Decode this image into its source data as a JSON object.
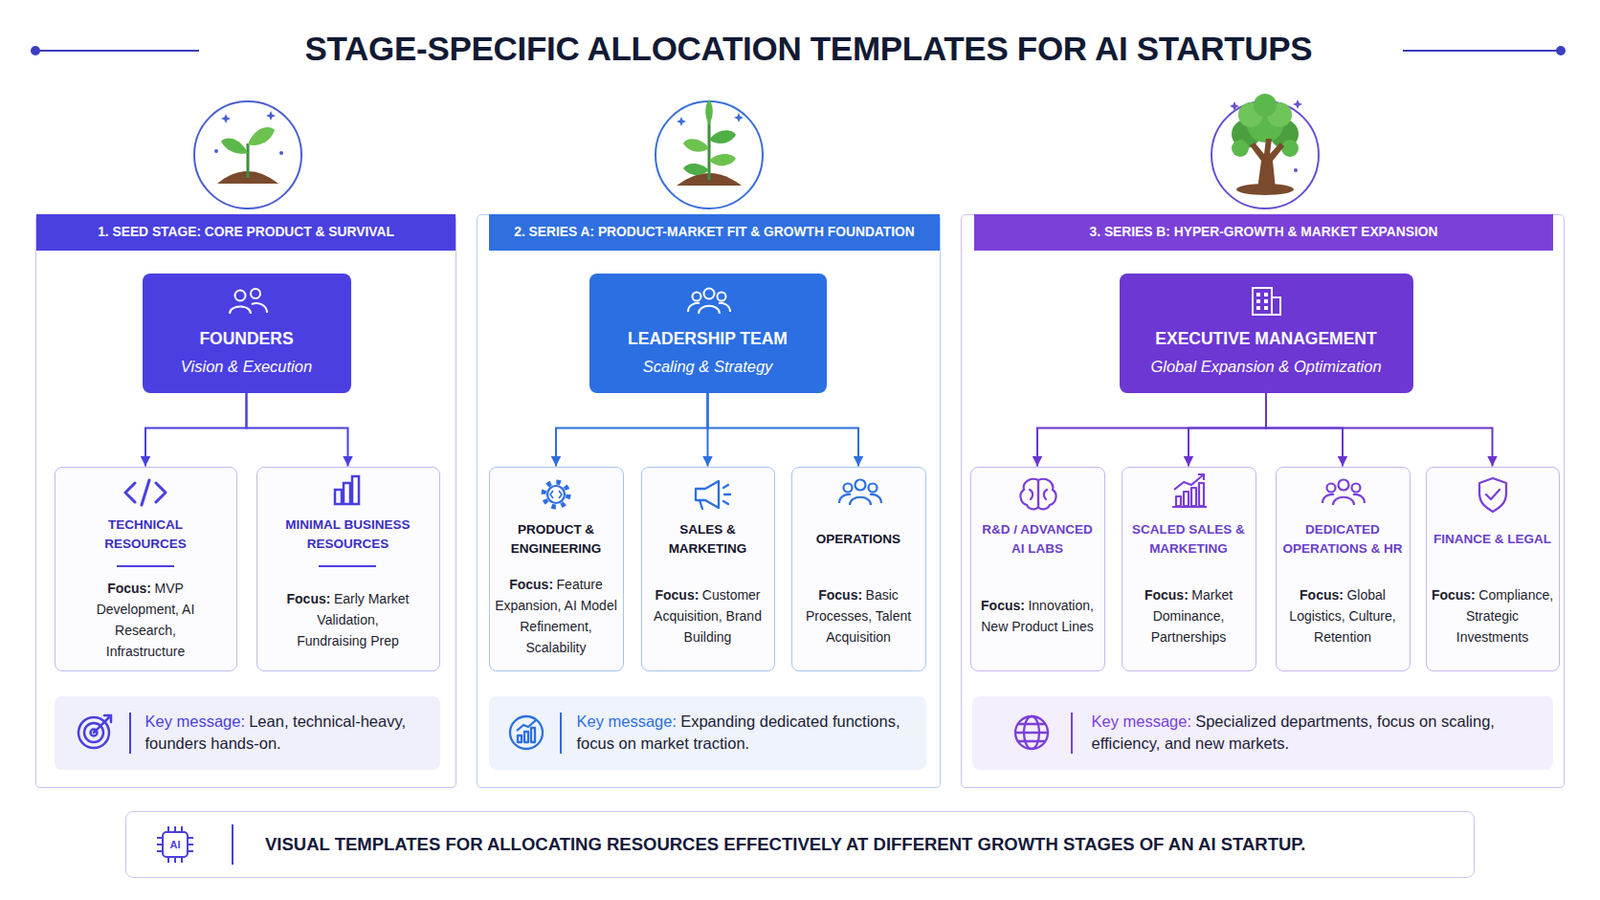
{
  "diagram": {
    "title": "STAGE-SPECIFIC ALLOCATION TEMPLATES FOR AI STARTUPS",
    "caption": "VISUAL TEMPLATES FOR ALLOCATING RESOURCES EFFECTIVELY AT DIFFERENT GROWTH STAGES OF AN AI STARTUP.",
    "nodes": [
      {
        "text": [
          "1. SEED STAGE: CORE PRODUCT & SURVIVAL"
        ]
      },
      {
        "text": [
          "FOUNDERS",
          "Vision & Execution"
        ],
        "in": 0
      },
      {
        "text": [
          "TECHNICAL RESOURCES",
          "Focus:",
          "MVP Development, AI Research, Infrastructure"
        ],
        "in": 0
      },
      {
        "text": [
          "MINIMAL BUSINESS RESOURCES",
          "Focus:",
          "Early Market Validation, Fundraising Prep"
        ],
        "in": 0
      },
      {
        "text": [
          "Key message:",
          "Lean, technical-heavy, founders hands-on."
        ],
        "in": 0
      },
      {
        "text": [
          "2. SERIES A: PRODUCT-MARKET FIT & GROWTH FOUNDATION"
        ]
      },
      {
        "text": [
          "LEADERSHIP TEAM",
          "Scaling & Strategy"
        ],
        "in": 5
      },
      {
        "text": [
          "PRODUCT & ENGINEERING",
          "Focus:",
          "Feature Expansion, AI Model Refinement, Scalability"
        ],
        "in": 5
      },
      {
        "text": [
          "SALES & MARKETING",
          "Focus:",
          "Customer Acquisition, Brand Building"
        ],
        "in": 5
      },
      {
        "text": [
          "OPERATIONS",
          "Focus:",
          "Basic Processes, Talent Acquisition"
        ],
        "in": 5
      },
      {
        "text": [
          "Key message:",
          "Expanding dedicated functions, focus on market traction."
        ],
        "in": 5
      },
      {
        "text": [
          "3. SERIES B: HYPER-GROWTH & MARKET EXPANSION"
        ]
      },
      {
        "text": [
          "EXECUTIVE MANAGEMENT",
          "Global Expansion & Optimization"
        ],
        "in": 11
      },
      {
        "text": [
          "R&D / ADVANCED AI LABS",
          "Focus:",
          "Innovation, New Product Lines"
        ],
        "in": 11
      },
      {
        "text": [
          "SCALED SALES & MARKETING",
          "Focus:",
          "Market Dominance, Partnerships"
        ],
        "in": 11
      },
      {
        "text": [
          "DEDICATED OPERATIONS & HR",
          "Focus:",
          "Global Logistics, Culture, Retention"
        ],
        "in": 11
      },
      {
        "text": [
          "FINANCE & LEGAL",
          "Focus:",
          "Compliance, Strategic Investments"
        ],
        "in": 11
      },
      {
        "text": [
          "Key message:",
          "Specialized departments, focus on scaling, efficiency, and new markets."
        ],
        "in": 11
      }
    ],
    "edges": [
      {
        "from": 1,
        "to": 2,
        "arrow": "to"
      },
      {
        "from": 1,
        "to": 3,
        "arrow": "to"
      },
      {
        "from": 6,
        "to": 7,
        "arrow": "to"
      },
      {
        "from": 6,
        "to": 8,
        "arrow": "to"
      },
      {
        "from": 6,
        "to": 9,
        "arrow": "to"
      },
      {
        "from": 12,
        "to": 13,
        "arrow": "to"
      },
      {
        "from": 12,
        "to": 14,
        "arrow": "to"
      },
      {
        "from": 12,
        "to": 15,
        "arrow": "to"
      },
      {
        "from": 12,
        "to": 16,
        "arrow": "to"
      }
    ],
    "labels": [
      "AI"
    ]
  }
}
